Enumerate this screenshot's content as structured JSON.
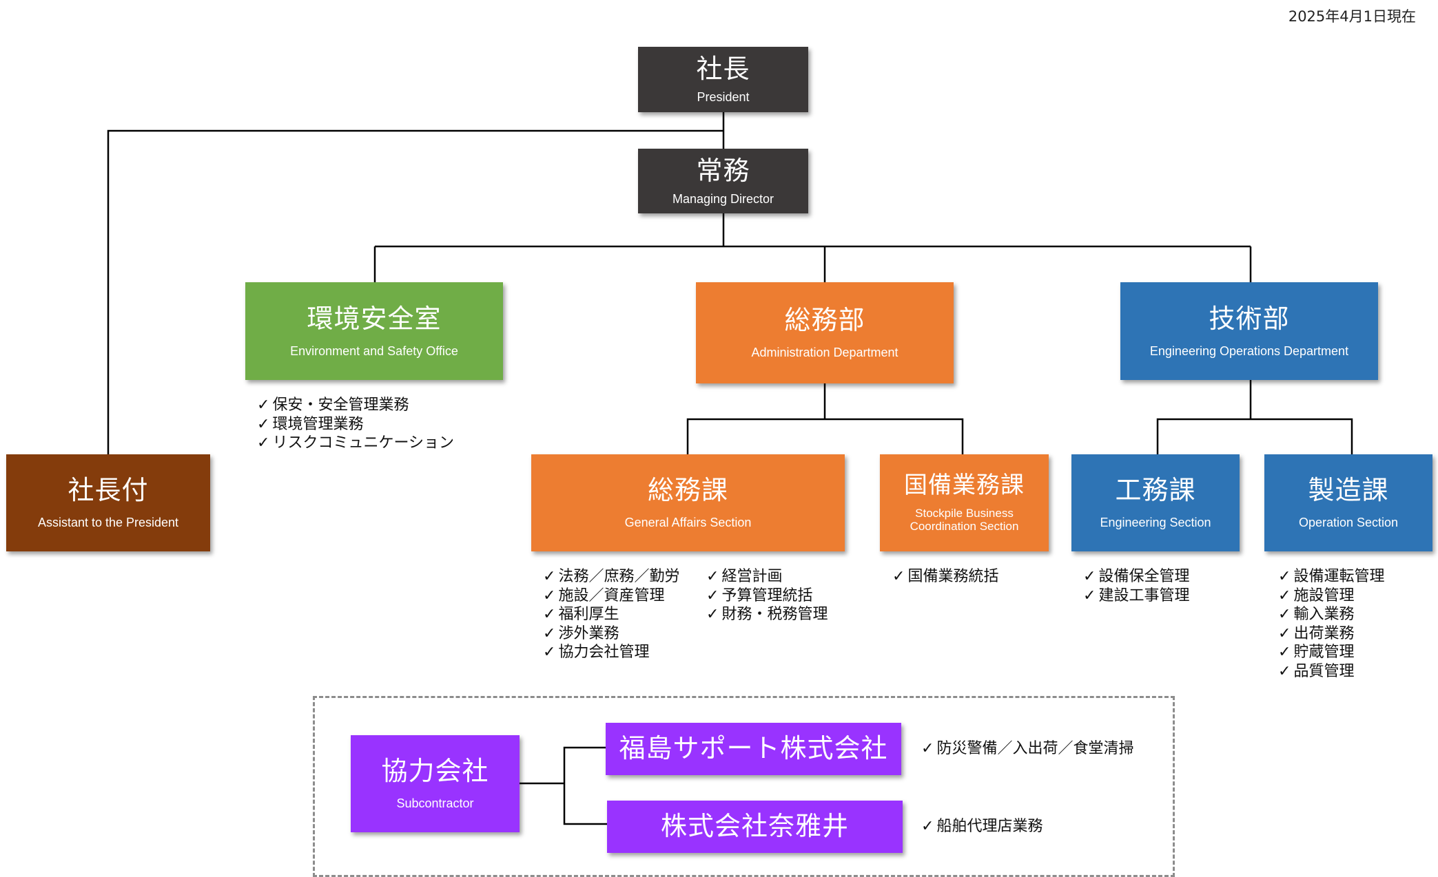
{
  "date": "2025年4月1日現在",
  "nodes": {
    "president": {
      "jp": "社長",
      "en": "President"
    },
    "managing_director": {
      "jp": "常務",
      "en": "Managing Director"
    },
    "env_safety": {
      "jp": "環境安全室",
      "en": "Environment and Safety Office"
    },
    "admin_dept": {
      "jp": "総務部",
      "en": "Administration Department"
    },
    "eng_dept": {
      "jp": "技術部",
      "en": "Engineering Operations Department"
    },
    "assistant": {
      "jp": "社長付",
      "en": "Assistant to the President"
    },
    "general_affairs": {
      "jp": "総務課",
      "en": "General Affairs Section"
    },
    "stockpile": {
      "jp": "国備業務課",
      "en_line1": "Stockpile Business",
      "en_line2": "Coordination Section"
    },
    "engineering_section": {
      "jp": "工務課",
      "en": "Engineering Section"
    },
    "operation_section": {
      "jp": "製造課",
      "en": "Operation Section"
    },
    "subcontractor": {
      "jp": "協力会社",
      "en": "Subcontractor"
    },
    "fukushima_support": {
      "jp": "福島サポート株式会社"
    },
    "narai": {
      "jp": "株式会社奈雅井"
    }
  },
  "tasks": {
    "env_safety": [
      "保安・安全管理業務",
      "環境管理業務",
      "リスクコミュニケーション"
    ],
    "general_affairs_col1": [
      "法務／庶務／勤労",
      "施設／資産管理",
      "福利厚生",
      "渉外業務",
      "協力会社管理"
    ],
    "general_affairs_col2": [
      "経営計画",
      "予算管理統括",
      "財務・税務管理"
    ],
    "stockpile": [
      "国備業務統括"
    ],
    "engineering_section": [
      "設備保全管理",
      "建設工事管理"
    ],
    "operation_section": [
      "設備運転管理",
      "施設管理",
      "輸入業務",
      "出荷業務",
      "貯蔵管理",
      "品質管理"
    ],
    "fukushima_support": [
      "防災警備／入出荷／食堂清掃"
    ],
    "narai": [
      "船舶代理店業務"
    ]
  },
  "colors": {
    "executive": "#3b3838",
    "environment": "#70ad47",
    "administration": "#ed7d31",
    "engineering": "#2e74b5",
    "assistant": "#843c0c",
    "subcontractor": "#9933ff"
  }
}
